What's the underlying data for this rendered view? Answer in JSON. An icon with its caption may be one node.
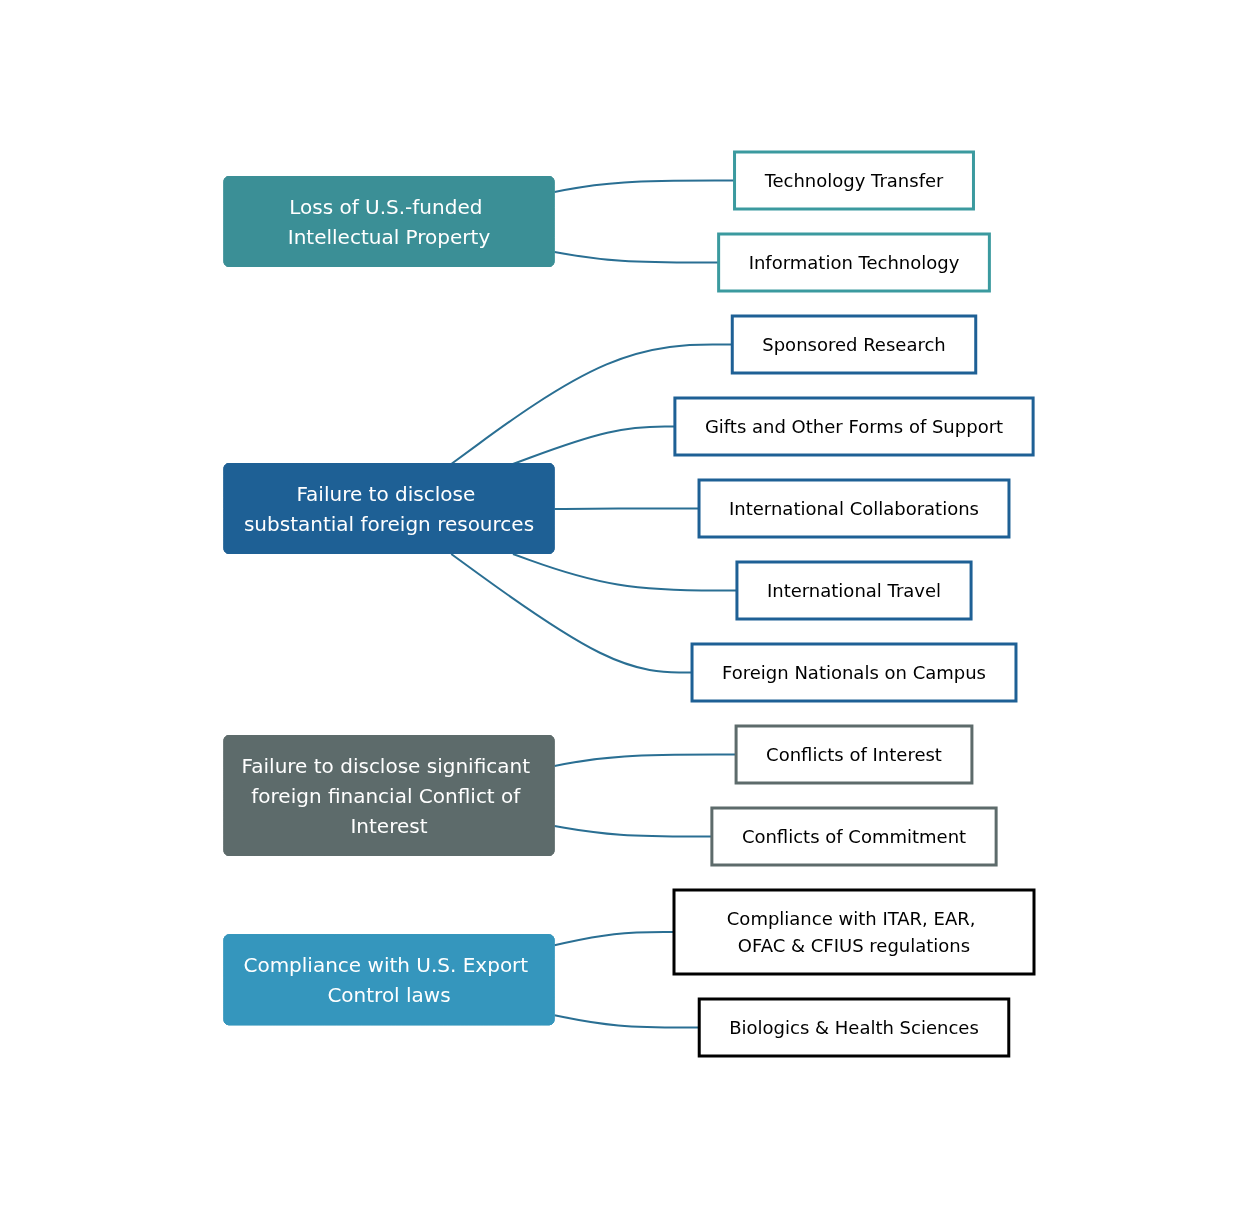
{
  "diagram": {
    "nodes": [
      {
        "text": [
          "Loss of U.S.-funded Intellectual Property"
        ]
      },
      {
        "text": [
          "Technology Transfer"
        ]
      },
      {
        "text": [
          "Information Technology"
        ]
      },
      {
        "text": [
          "Failure to disclose substantial foreign resources"
        ]
      },
      {
        "text": [
          "Sponsored Research"
        ]
      },
      {
        "text": [
          "Gifts and Other Forms of Support"
        ]
      },
      {
        "text": [
          "International Collaborations"
        ]
      },
      {
        "text": [
          "International Travel"
        ]
      },
      {
        "text": [
          "Foreign Nationals on Campus"
        ]
      },
      {
        "text": [
          "Failure to disclose significant foreign financial Conflict of Interest"
        ]
      },
      {
        "text": [
          "Conflicts of Interest"
        ]
      },
      {
        "text": [
          "Conflicts of Commitment"
        ]
      },
      {
        "text": [
          "Compliance with U.S. Export Control laws"
        ]
      },
      {
        "text": [
          "Compliance with ITAR, EAR, OFAC & CFIUS regulations"
        ]
      },
      {
        "text": [
          "Biologics & Health Sciences"
        ]
      }
    ],
    "edges": [
      {
        "from": 0,
        "to": 1,
        "arrow": "none"
      },
      {
        "from": 0,
        "to": 2,
        "arrow": "none"
      },
      {
        "from": 3,
        "to": 4,
        "arrow": "none"
      },
      {
        "from": 3,
        "to": 5,
        "arrow": "none"
      },
      {
        "from": 3,
        "to": 6,
        "arrow": "none"
      },
      {
        "from": 3,
        "to": 7,
        "arrow": "none"
      },
      {
        "from": 3,
        "to": 8,
        "arrow": "none"
      },
      {
        "from": 9,
        "to": 10,
        "arrow": "none"
      },
      {
        "from": 9,
        "to": 11,
        "arrow": "none"
      },
      {
        "from": 12,
        "to": 13,
        "arrow": "none"
      },
      {
        "from": 12,
        "to": 14,
        "arrow": "none"
      }
    ]
  }
}
